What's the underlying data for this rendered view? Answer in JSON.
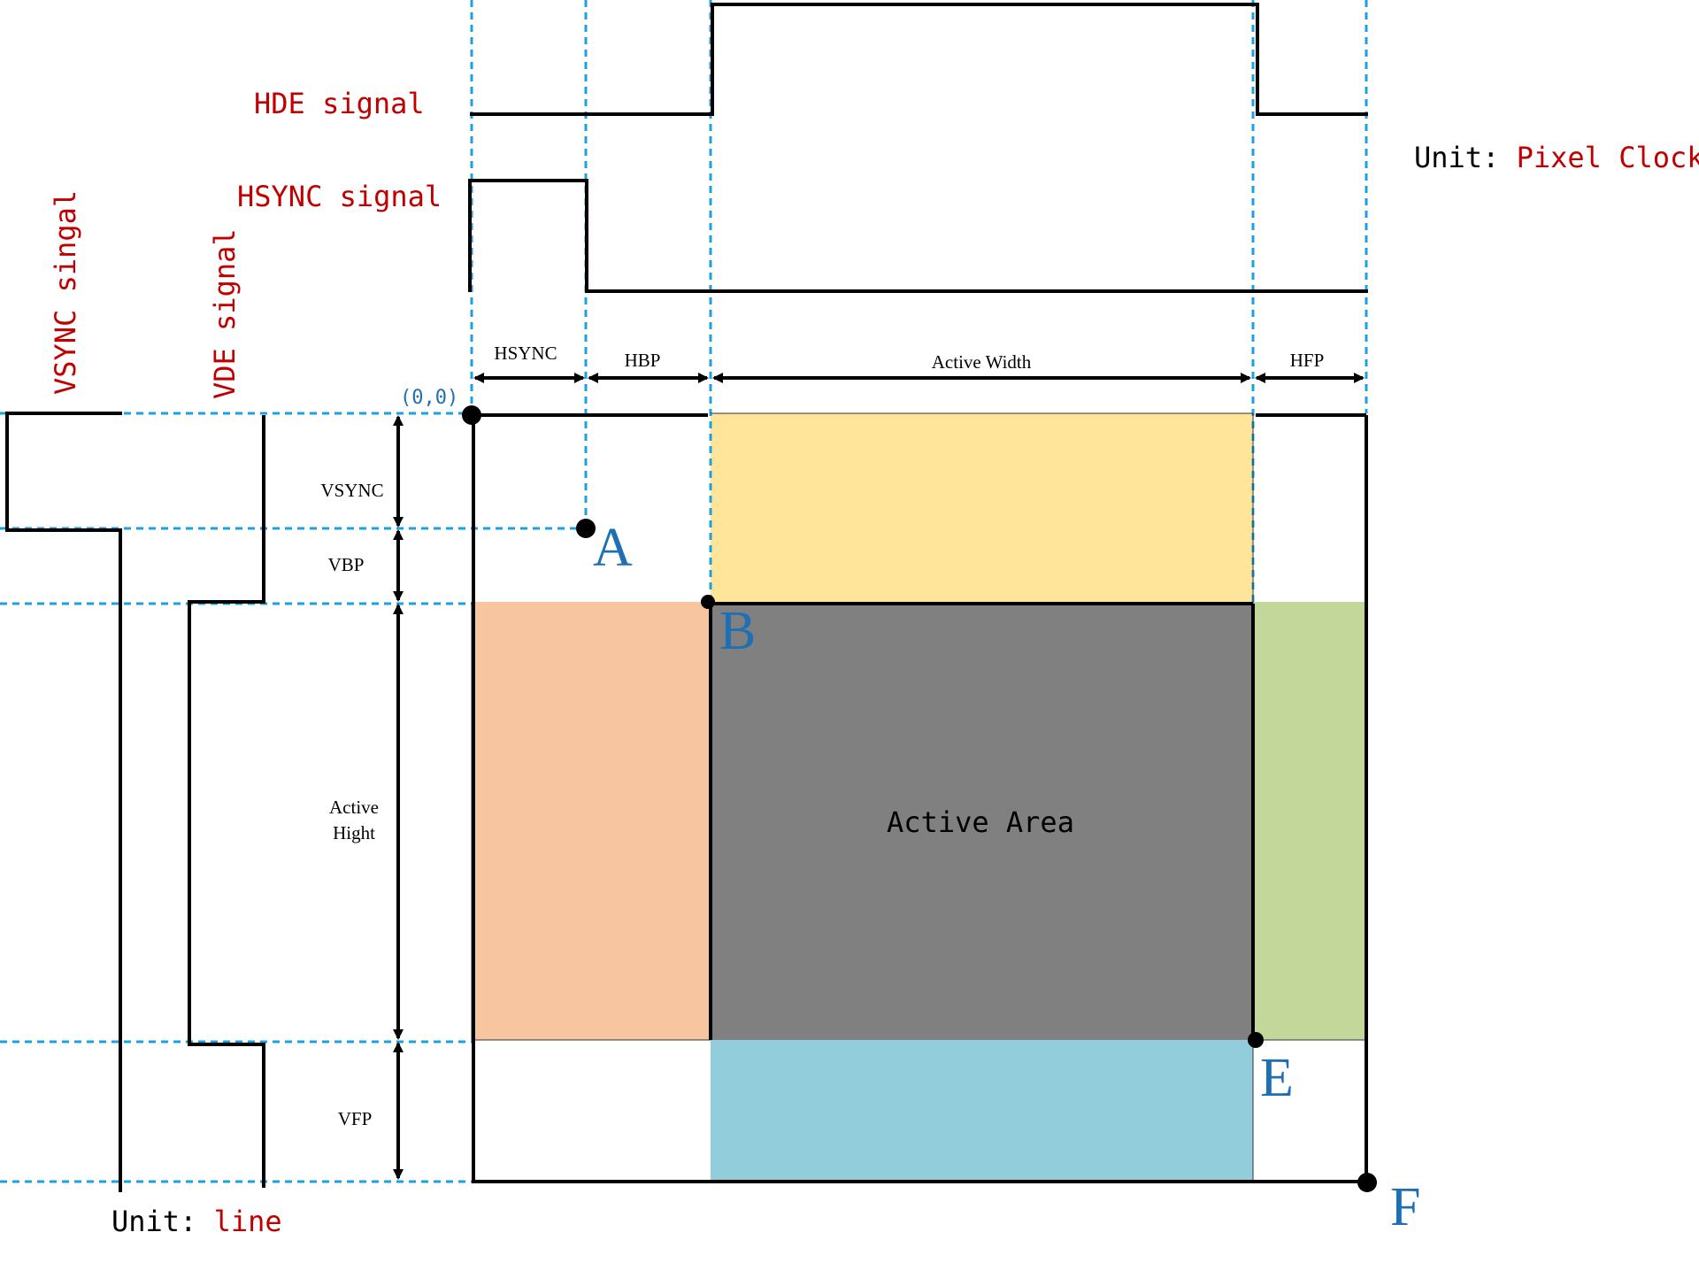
{
  "signals": {
    "hde": "HDE signal",
    "hsync": "HSYNC signal",
    "vsync": "VSYNC singal",
    "vde": "VDE signal"
  },
  "units": {
    "horizontal_prefix": "Unit: ",
    "horizontal_value": "Pixel Clock",
    "vertical_prefix": "Unit: ",
    "vertical_value": "line"
  },
  "horizontal_segments": {
    "hsync": "HSYNC",
    "hbp": "HBP",
    "active_width": "Active Width",
    "hfp": "HFP"
  },
  "vertical_segments": {
    "vsync": "VSYNC",
    "vbp": "VBP",
    "active_height_line1": "Active",
    "active_height_line2": "Hight",
    "vfp": "VFP"
  },
  "origin_label": "(0,0)",
  "active_area_label": "Active Area",
  "points": {
    "a": "A",
    "b": "B",
    "e": "E",
    "f": "F"
  },
  "colors": {
    "signal_label": "#c00000",
    "guide": "#1ba1e2",
    "point_label": "#1f6fb5",
    "top_band": "#fee599",
    "left_band": "#f7c59f",
    "active_area": "#808080",
    "right_band": "#c4d79b",
    "bottom_band": "#92cddc"
  }
}
